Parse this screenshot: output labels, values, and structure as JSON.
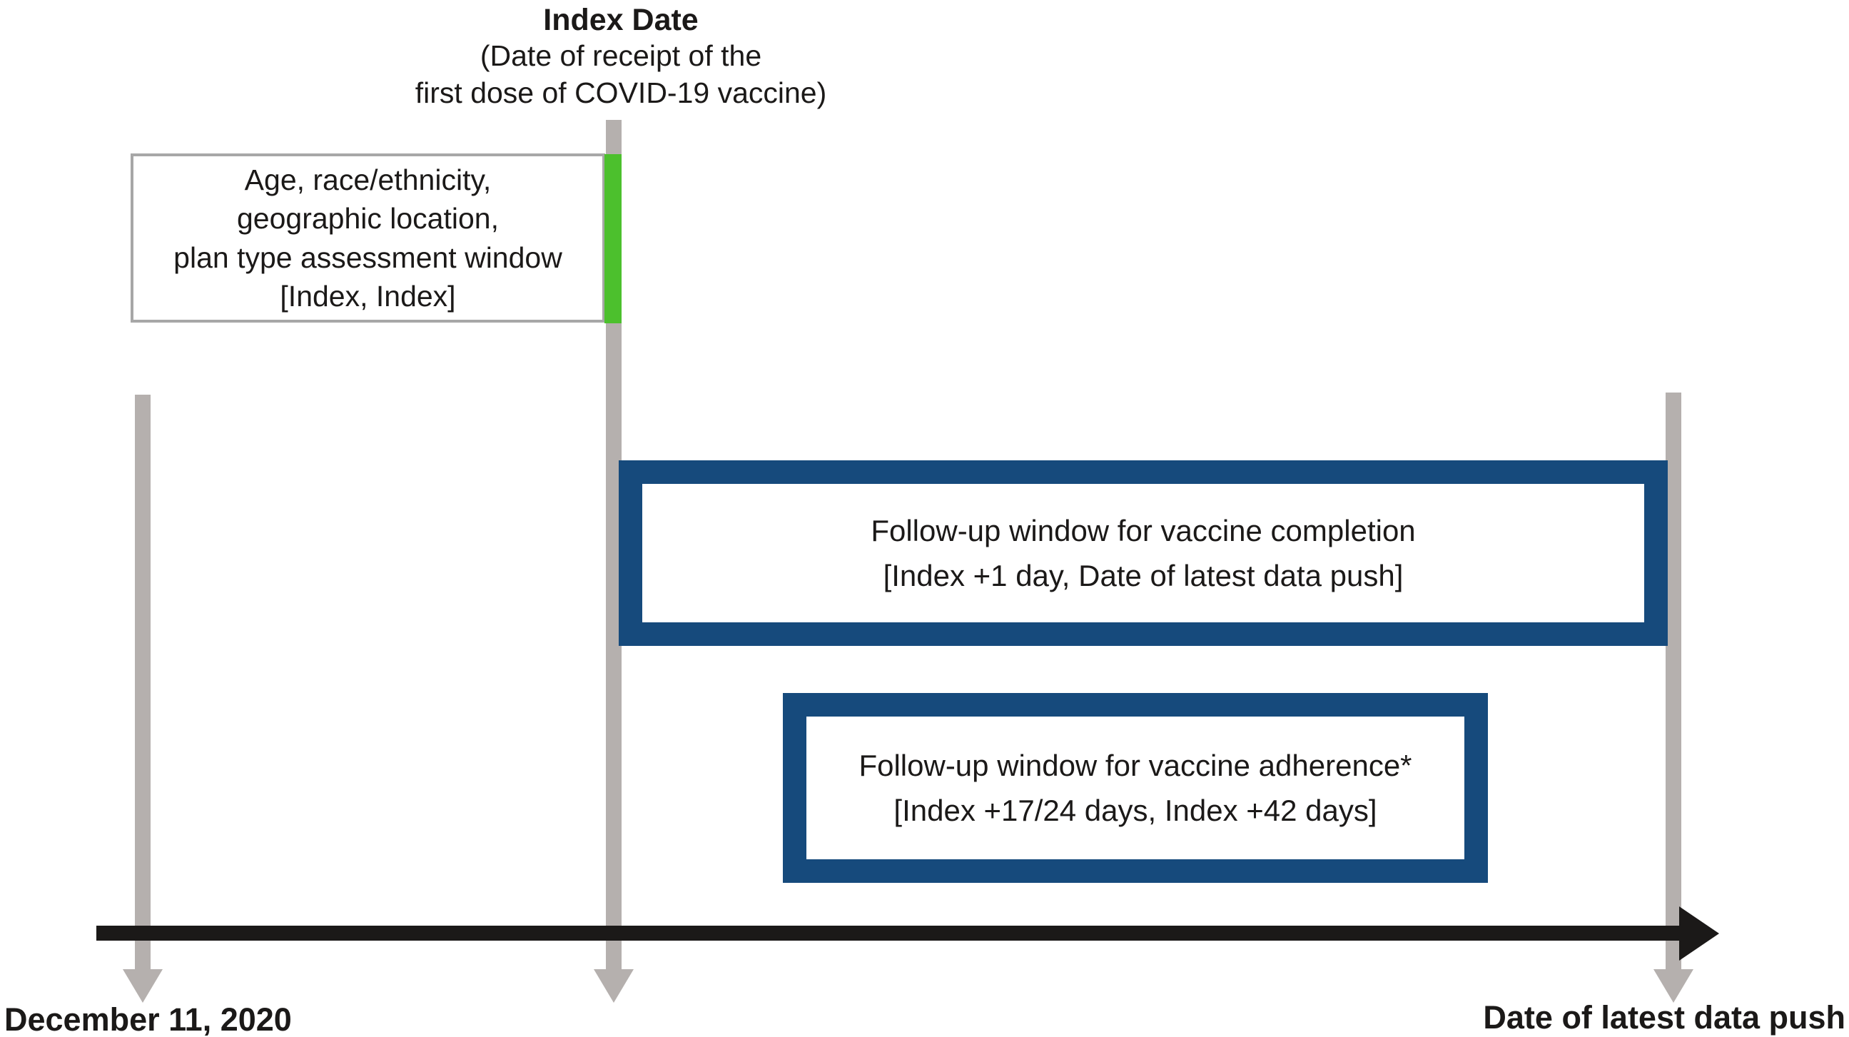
{
  "header": {
    "title": "Index Date",
    "subtitle": "(Date of receipt of the\nfirst dose of COVID-19 vaccine)"
  },
  "assessment_box": {
    "text": "Age, race/ethnicity,\ngeographic location,\nplan type assessment window\n[Index, Index]"
  },
  "completion_box": {
    "text": "Follow-up window for vaccine completion\n[Index +1 day, Date of latest data push]"
  },
  "adherence_box": {
    "text": "Follow-up window for vaccine adherence*\n[Index +17/24 days, Index +42 days]"
  },
  "timeline": {
    "start_label": "December 11, 2020",
    "end_label": "Date of latest data push"
  },
  "colors": {
    "navy": "#164a7c",
    "green": "#4cc02d",
    "gray": "#b5b0ae",
    "border_gray": "#a7a7a7",
    "ink": "#1b1918"
  }
}
